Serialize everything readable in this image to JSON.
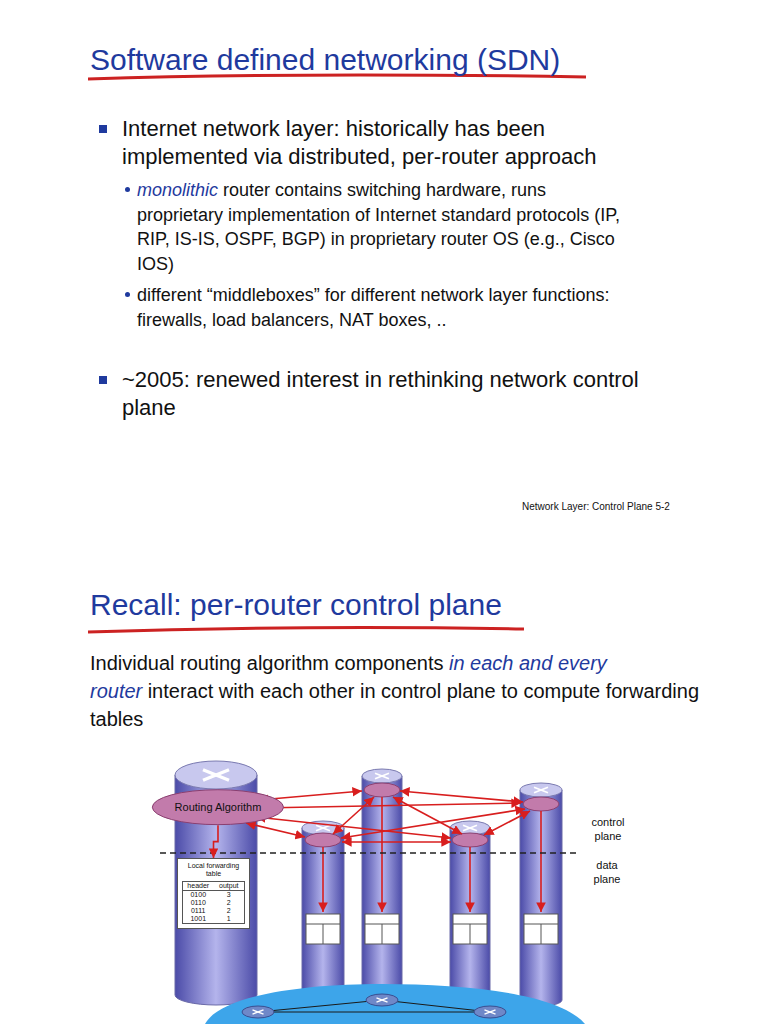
{
  "diagram": {
    "title": "Software defined networking (SDN)",
    "nodes": [
      {
        "text": [
          "Routing Algorithm"
        ]
      },
      {
        "text": [
          "Local forwarding table"
        ]
      }
    ],
    "edges": [
      {
        "from": 0,
        "to": 1,
        "arrow": "to"
      }
    ],
    "labels": [
      "Internet network layer: historically has been implemented via distributed, per-router approach",
      "monolithic",
      "router contains switching hardware, runs proprietary implementation of Internet standard protocols (IP, RIP, IS-IS, OSPF, BGP) in proprietary router OS (e.g., Cisco IOS)",
      "different “middleboxes” for different network layer functions: firewalls, load balancers, NAT boxes, ..",
      "~2005: renewed interest in rethinking network control plane",
      "Network Layer: Control Plane 5-2",
      "Recall: per-router control plane",
      "Individual routing algorithm components",
      "in each and every router",
      "interact with each other in control plane to compute forwarding tables",
      "control plane",
      "data plane",
      "header",
      "output",
      "0100",
      "3",
      "0110",
      "2",
      "0111",
      "2",
      "1001",
      "1"
    ]
  }
}
